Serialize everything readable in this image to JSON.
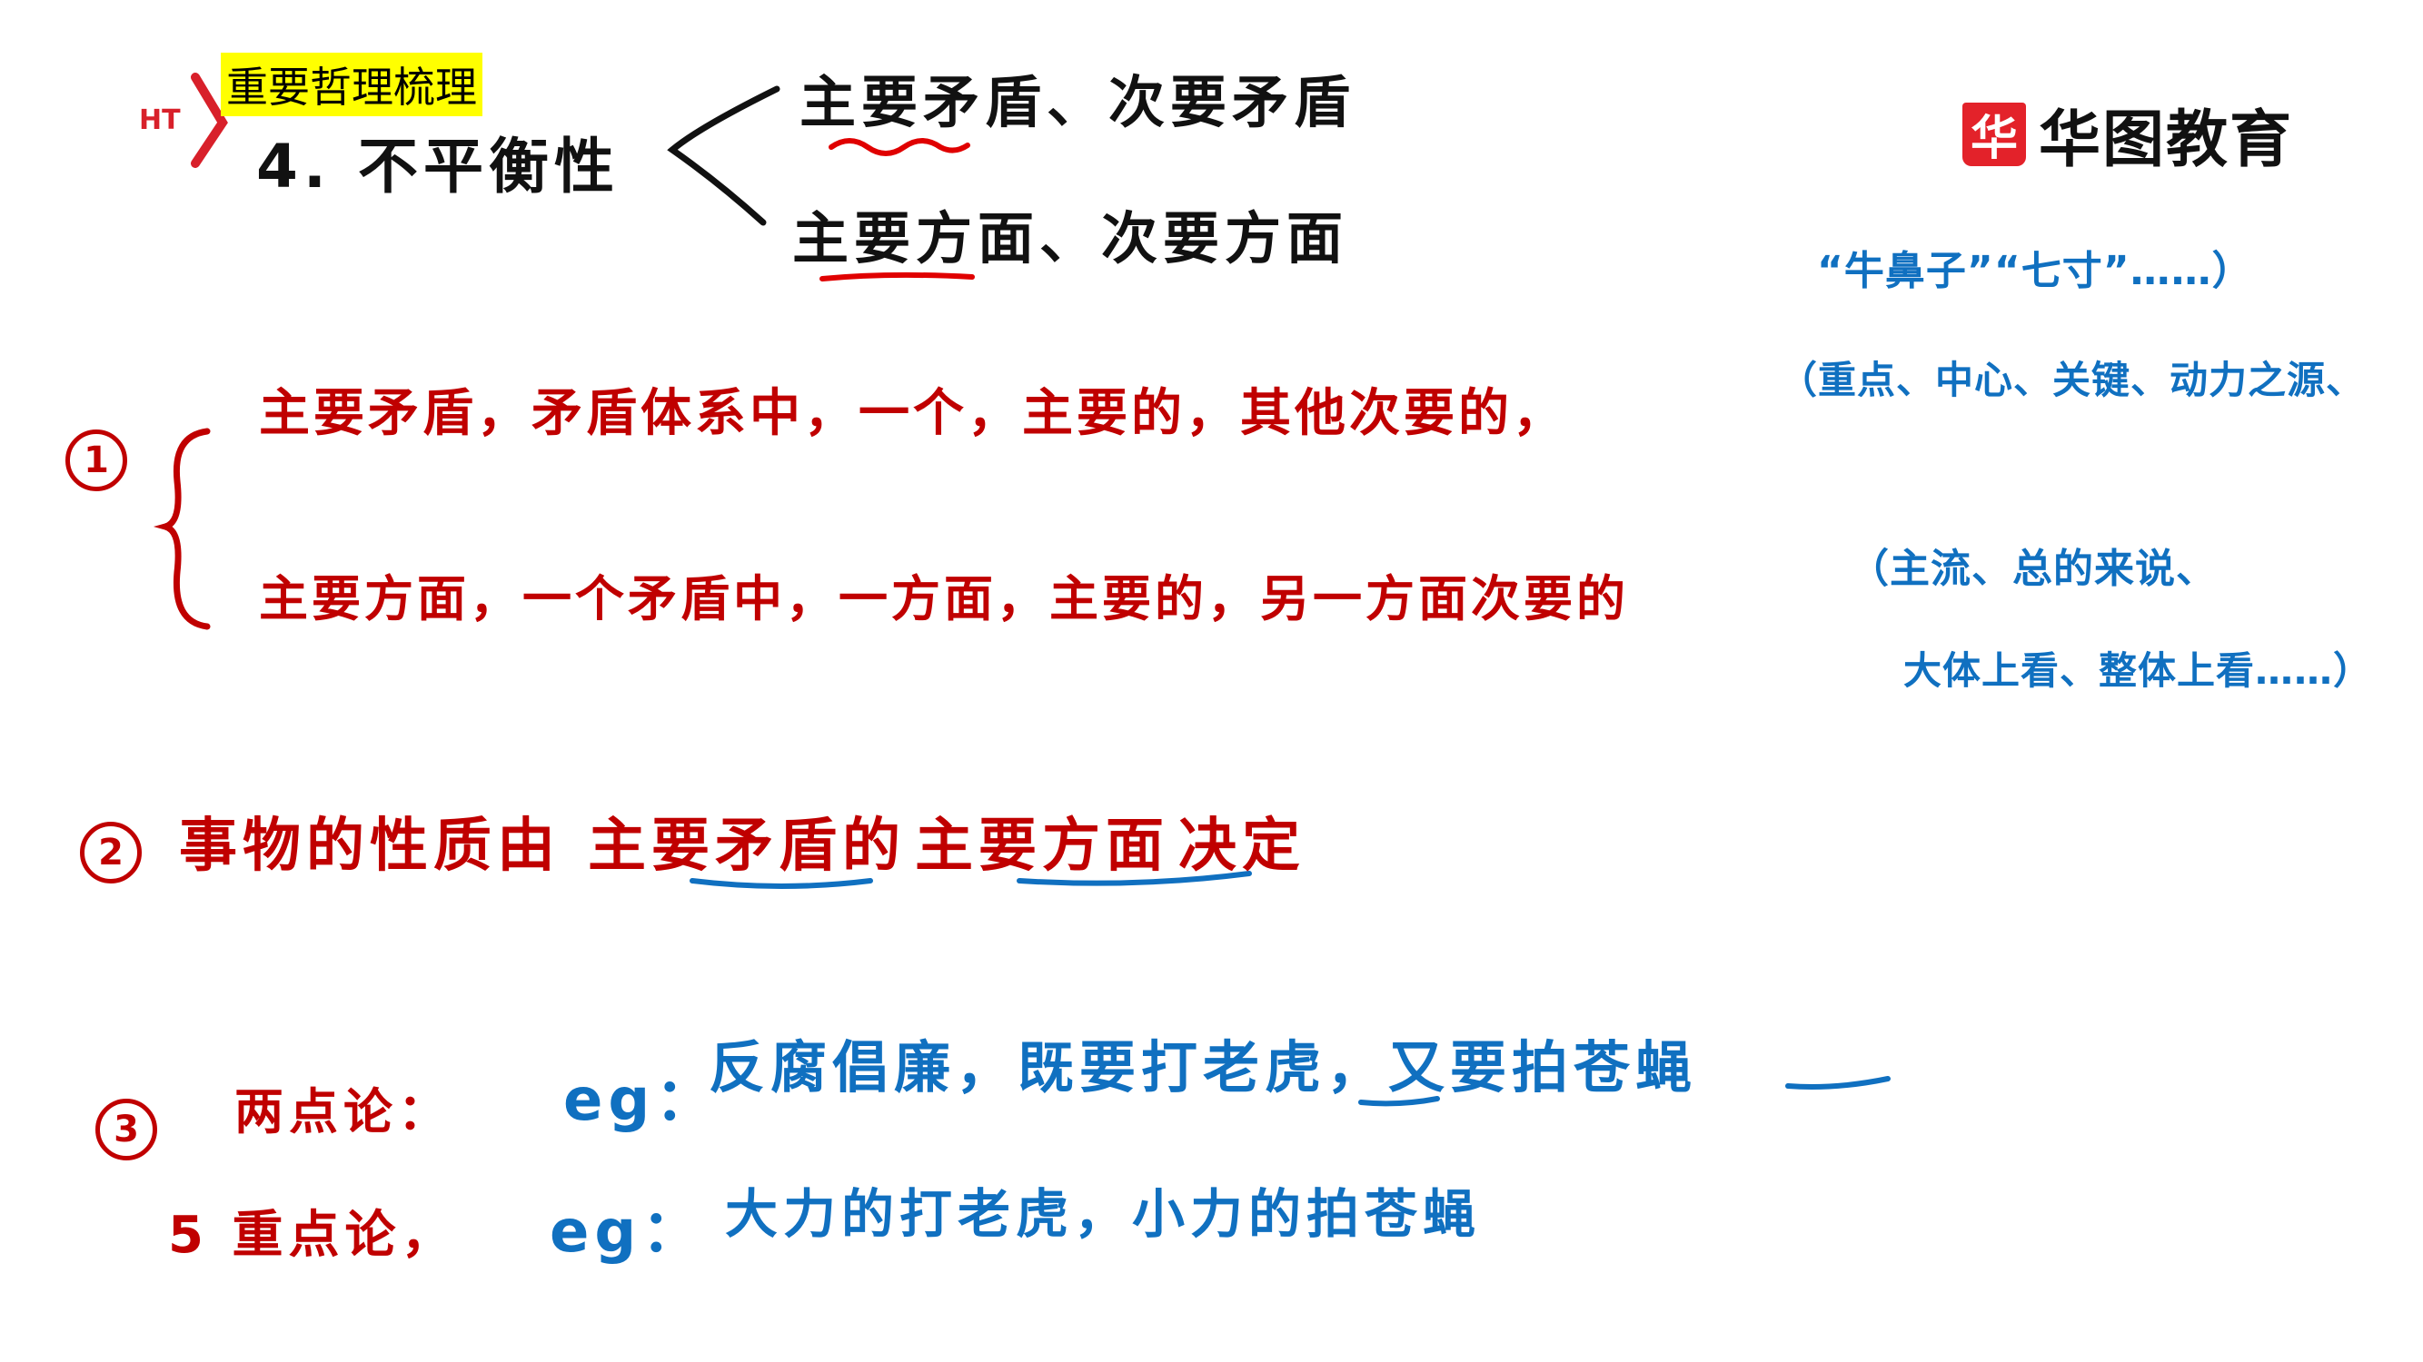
{
  "header": {
    "tag_label": "重要哲理梳理",
    "ht_badge": "HT",
    "logo": {
      "mark": "华",
      "text": "华图教育"
    }
  },
  "topic": {
    "title": "4. 不平衡性",
    "branch_1": "主要矛盾、次要矛盾",
    "branch_2": "主要方面、次要方面"
  },
  "point_1": {
    "marker": "1",
    "line_1_red": "主要矛盾，矛盾体系中，一个，主要的，其他次要的，",
    "line_1_blue": "（重点、中心、关键、动力之源、",
    "line_1_blue_top": "“牛鼻子”“七寸”……）",
    "line_2_red": "主要方面，一个矛盾中，一方面，主要的，另一方面次要的",
    "line_2_blue": "（主流、总的来说、",
    "line_2_blue_cont": "大体上看、整体上看……）"
  },
  "point_2": {
    "marker": "2",
    "text_a": "事物的性质由",
    "text_b": "主要矛盾的",
    "text_c": "主要方面",
    "text_d": "决定"
  },
  "point_3": {
    "marker": "3",
    "two_point_label": "两点论：",
    "eg_1": "eg：",
    "example_1": "反腐倡廉，既要打老虎，又要拍苍蝇",
    "key_point_label": "5 重点论，",
    "eg_2": "eg：",
    "example_2": "大力的打老虎，小力的拍苍蝇"
  },
  "colors": {
    "red": "#c00000",
    "blue": "#1070c0",
    "highlight": "#ffff00",
    "brand_red": "#e3222a"
  }
}
